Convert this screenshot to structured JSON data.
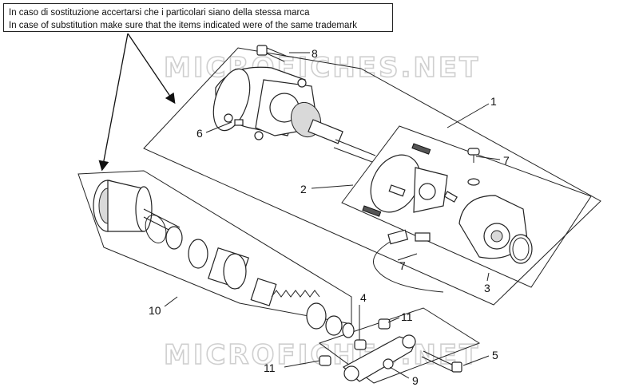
{
  "note": {
    "line_it": "In caso di sostituzione accertarsi che i particolari siano della stessa marca",
    "line_en": "In case of substitution make sure that the items indicated were of the same trademark"
  },
  "watermark": "MICROFICHES.NET",
  "callouts": [
    {
      "id": "c8",
      "label": "8"
    },
    {
      "id": "c1",
      "label": "1"
    },
    {
      "id": "c6",
      "label": "6"
    },
    {
      "id": "c7a",
      "label": "7"
    },
    {
      "id": "c2",
      "label": "2"
    },
    {
      "id": "c7b",
      "label": "7"
    },
    {
      "id": "c3",
      "label": "3"
    },
    {
      "id": "c10",
      "label": "10"
    },
    {
      "id": "c4",
      "label": "4"
    },
    {
      "id": "c11a",
      "label": "11"
    },
    {
      "id": "c5",
      "label": "5"
    },
    {
      "id": "c11b",
      "label": "11"
    },
    {
      "id": "c9",
      "label": "9"
    }
  ]
}
